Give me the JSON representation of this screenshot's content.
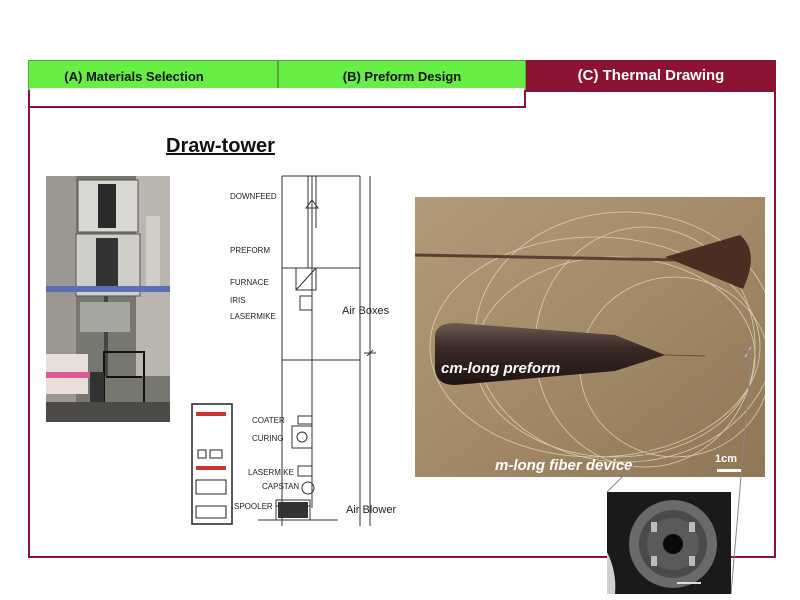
{
  "tabs": {
    "a_label": "(A) Materials Selection",
    "b_label": "(B) Preform Design",
    "c_label": "(C) Thermal Drawing"
  },
  "colors": {
    "accent": "#8b1233",
    "tab_green": "#66ee44"
  },
  "title": "Draw-tower",
  "schematic": {
    "downfeed": "DOWNFEED",
    "preform": "PREFORM",
    "furnace": "FURNACE",
    "iris": "IRIS",
    "lasermike_top": "LASERMIKE",
    "air_boxes": "Air Boxes",
    "coater": "COATER",
    "curing": "CURING",
    "lasermike_bottom": "LASERMIKE",
    "capstan": "CAPSTAN",
    "spooler": "SPOOLER",
    "air_blower": "Air Blower"
  },
  "photo": {
    "preform_label": "cm-long preform",
    "fiber_label": "m-long fiber device",
    "scale_label": "1cm"
  }
}
